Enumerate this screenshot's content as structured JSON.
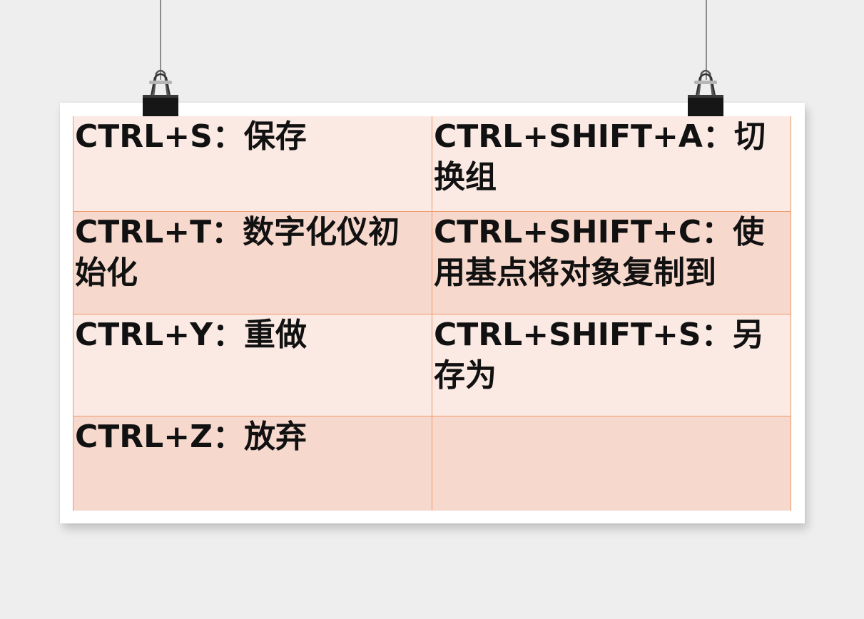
{
  "shortcuts": {
    "r1c1": "CTRL+S：保存",
    "r1c2": "CTRL+SHIFT+A：切换组",
    "r2c1": "CTRL+T：数字化仪初始化",
    "r2c2": "CTRL+SHIFT+C：使用基点将对象复制到",
    "r3c1": "CTRL+Y：重做",
    "r3c2": "CTRL+SHIFT+S：另存为",
    "r4c1": "CTRL+Z：放弃",
    "r4c2": ""
  },
  "colors": {
    "background": "#eeeeee",
    "row_light": "#fbe9e4",
    "row_dark": "#f7d8cd",
    "grid_line": "#ef9a6b"
  }
}
